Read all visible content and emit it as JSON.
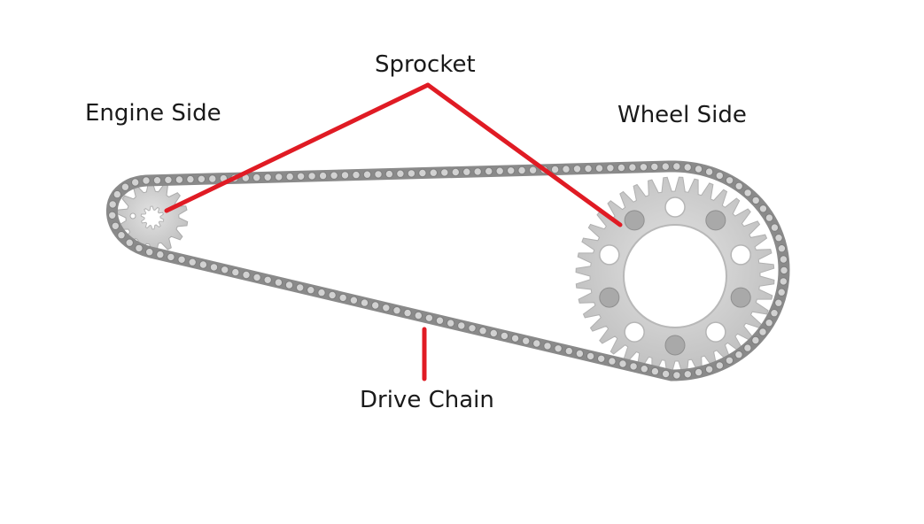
{
  "labels": {
    "sprocket": "Sprocket",
    "engine_side": "Engine Side",
    "wheel_side": "Wheel Side",
    "drive_chain": "Drive Chain"
  },
  "colors": {
    "leader_line": "#e01b24",
    "chain_dark": "#8a8a8a",
    "chain_light": "#d2d2d2",
    "sprocket_fill": "#c9c9c9",
    "text": "#1a1a1a",
    "background": "#ffffff"
  }
}
